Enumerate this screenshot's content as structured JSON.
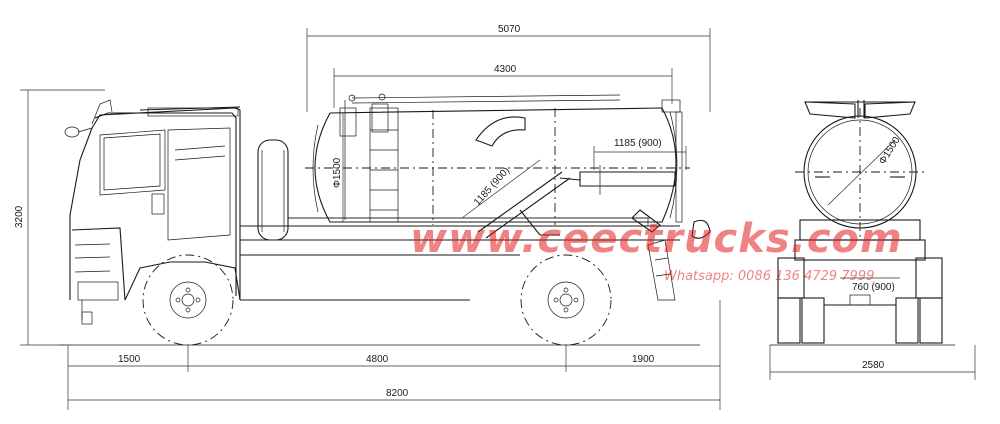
{
  "dimensions": {
    "overall_length": "8200",
    "front_overhang": "1500",
    "wheelbase": "4800",
    "rear_overhang": "1900",
    "body_length": "5070",
    "tank_length": "4300",
    "height": "3200",
    "tank_diameter_side": "Φ1500",
    "tank_diameter_rear": "Φ1500",
    "arm_reach_horizontal": "1185 (900)",
    "arm_reach_diagonal": "1185 (900)",
    "rear_width_detail": "760 (900)",
    "overall_width": "2580"
  },
  "watermark": {
    "site": "www.ceectrucks.com",
    "contact": "Whatsapp: 0086 136 4729 7999"
  }
}
